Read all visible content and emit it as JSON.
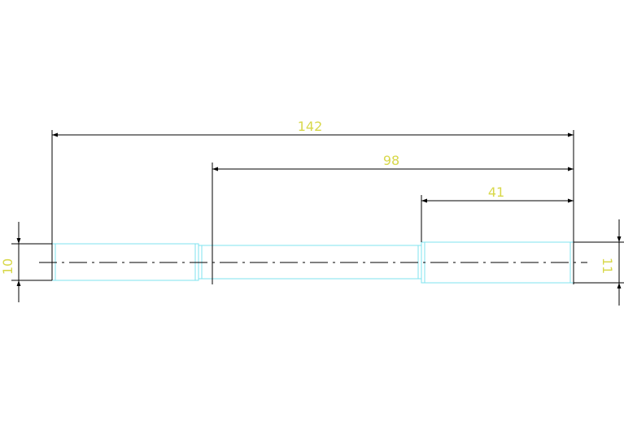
{
  "drawing": {
    "dimensions": {
      "overall_length": "142",
      "middle_length": "98",
      "right_length": "41",
      "left_diameter": "10",
      "right_diameter": "11"
    },
    "colors": {
      "background": "#ffffff",
      "part_outline": "#7fe3ef",
      "dimension_lines": "#000000",
      "dimension_text": "#d8d84a",
      "center_line": "#000000"
    }
  }
}
